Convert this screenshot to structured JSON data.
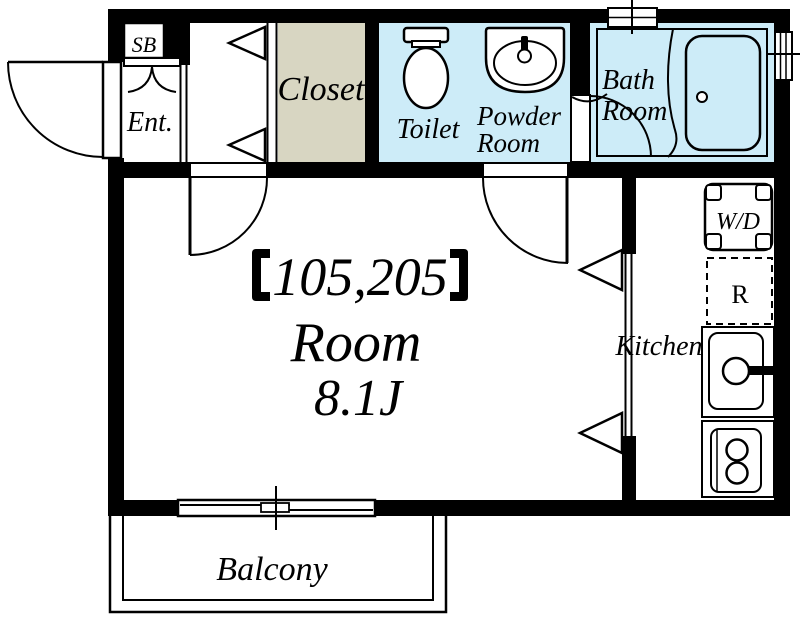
{
  "floorplan": {
    "unit_title": {
      "bracket_open": "【",
      "numbers": "105,205",
      "bracket_close": "】"
    },
    "main_room": {
      "name": "Room",
      "size": "8.1J"
    },
    "labels": {
      "sb": "SB",
      "entrance": "Ent.",
      "closet": "Closet",
      "toilet": "Toilet",
      "powder_room_line1": "Powder",
      "powder_room_line2": "Room",
      "bath_room_line1": "Bath",
      "bath_room_line2": "Room",
      "kitchen": "Kitchen",
      "washer_dryer": "W/D",
      "refrigerator": "R",
      "balcony": "Balcony"
    },
    "colors": {
      "wall": "#000000",
      "wet_area_fill": "#cdecf8",
      "closet_fill": "#d8d6c2",
      "floor_fill": "#ffffff",
      "line": "#000000"
    }
  }
}
